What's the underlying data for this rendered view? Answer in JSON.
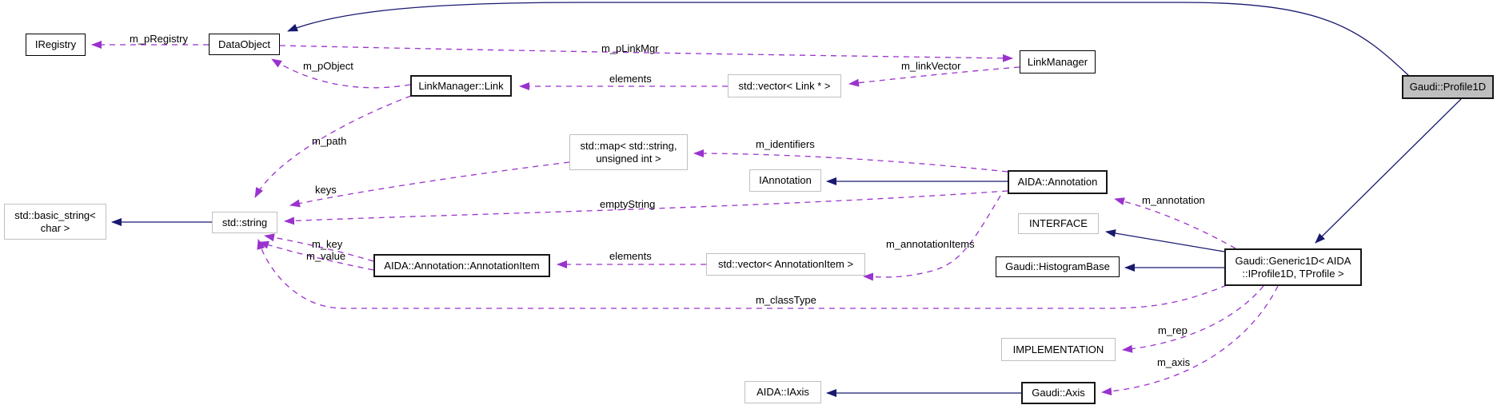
{
  "diagram": {
    "type": "doxygen-collaboration-graph",
    "focus_class": "Gaudi::Profile1D",
    "colors": {
      "inheritance_edge": "#191970",
      "usage_edge": "#9a32cd",
      "node_border": "#000000",
      "template_node_border": "#c0c0c0",
      "focus_node_fill": "#bfbfbf",
      "background": "#ffffff"
    },
    "nodes": [
      {
        "label": "IRegistry"
      },
      {
        "label": "DataObject"
      },
      {
        "label": "LinkManager::Link"
      },
      {
        "label": "std::vector< Link * >"
      },
      {
        "label": "LinkManager"
      },
      {
        "label": "Gaudi::Profile1D"
      },
      {
        "label": "std::map< std::string,\nunsigned int >"
      },
      {
        "label": "IAnnotation"
      },
      {
        "label": "AIDA::Annotation"
      },
      {
        "label": "INTERFACE"
      },
      {
        "label": "Gaudi::HistogramBase"
      },
      {
        "label": "Gaudi::Generic1D< AIDA\n::IProfile1D, TProfile >"
      },
      {
        "label": "std::basic_string<\nchar >"
      },
      {
        "label": "std::string"
      },
      {
        "label": "AIDA::Annotation::AnnotationItem"
      },
      {
        "label": "std::vector< AnnotationItem >"
      },
      {
        "label": "IMPLEMENTATION"
      },
      {
        "label": "AIDA::IAxis"
      },
      {
        "label": "Gaudi::Axis"
      }
    ],
    "edge_labels": [
      {
        "text": "m_pRegistry"
      },
      {
        "text": "m_pLinkMgr"
      },
      {
        "text": "m_pObject"
      },
      {
        "text": "m_linkVector"
      },
      {
        "text": "elements"
      },
      {
        "text": "m_path"
      },
      {
        "text": "keys"
      },
      {
        "text": "m_identifiers"
      },
      {
        "text": "emptyString"
      },
      {
        "text": "m_key"
      },
      {
        "text": "m_value"
      },
      {
        "text": "elements"
      },
      {
        "text": "m_annotationItems"
      },
      {
        "text": "m_annotation"
      },
      {
        "text": "m_classType"
      },
      {
        "text": "m_rep"
      },
      {
        "text": "m_axis"
      }
    ]
  }
}
